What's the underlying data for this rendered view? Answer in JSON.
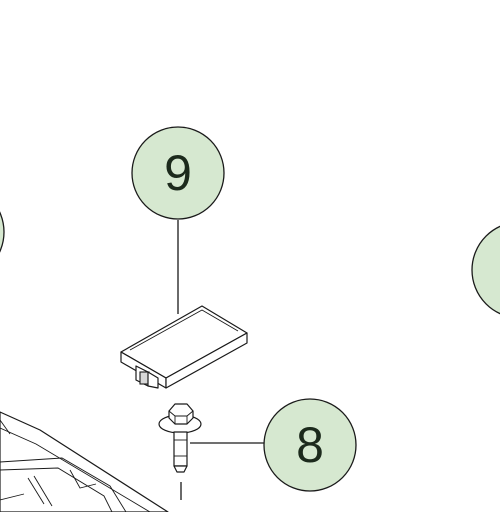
{
  "callouts": [
    {
      "id": "callout-9",
      "label": "9"
    },
    {
      "id": "callout-8",
      "label": "8"
    }
  ],
  "colors": {
    "callout_fill": "#d6e8d0",
    "line": "#1a1a1a",
    "background": "#ffffff"
  }
}
